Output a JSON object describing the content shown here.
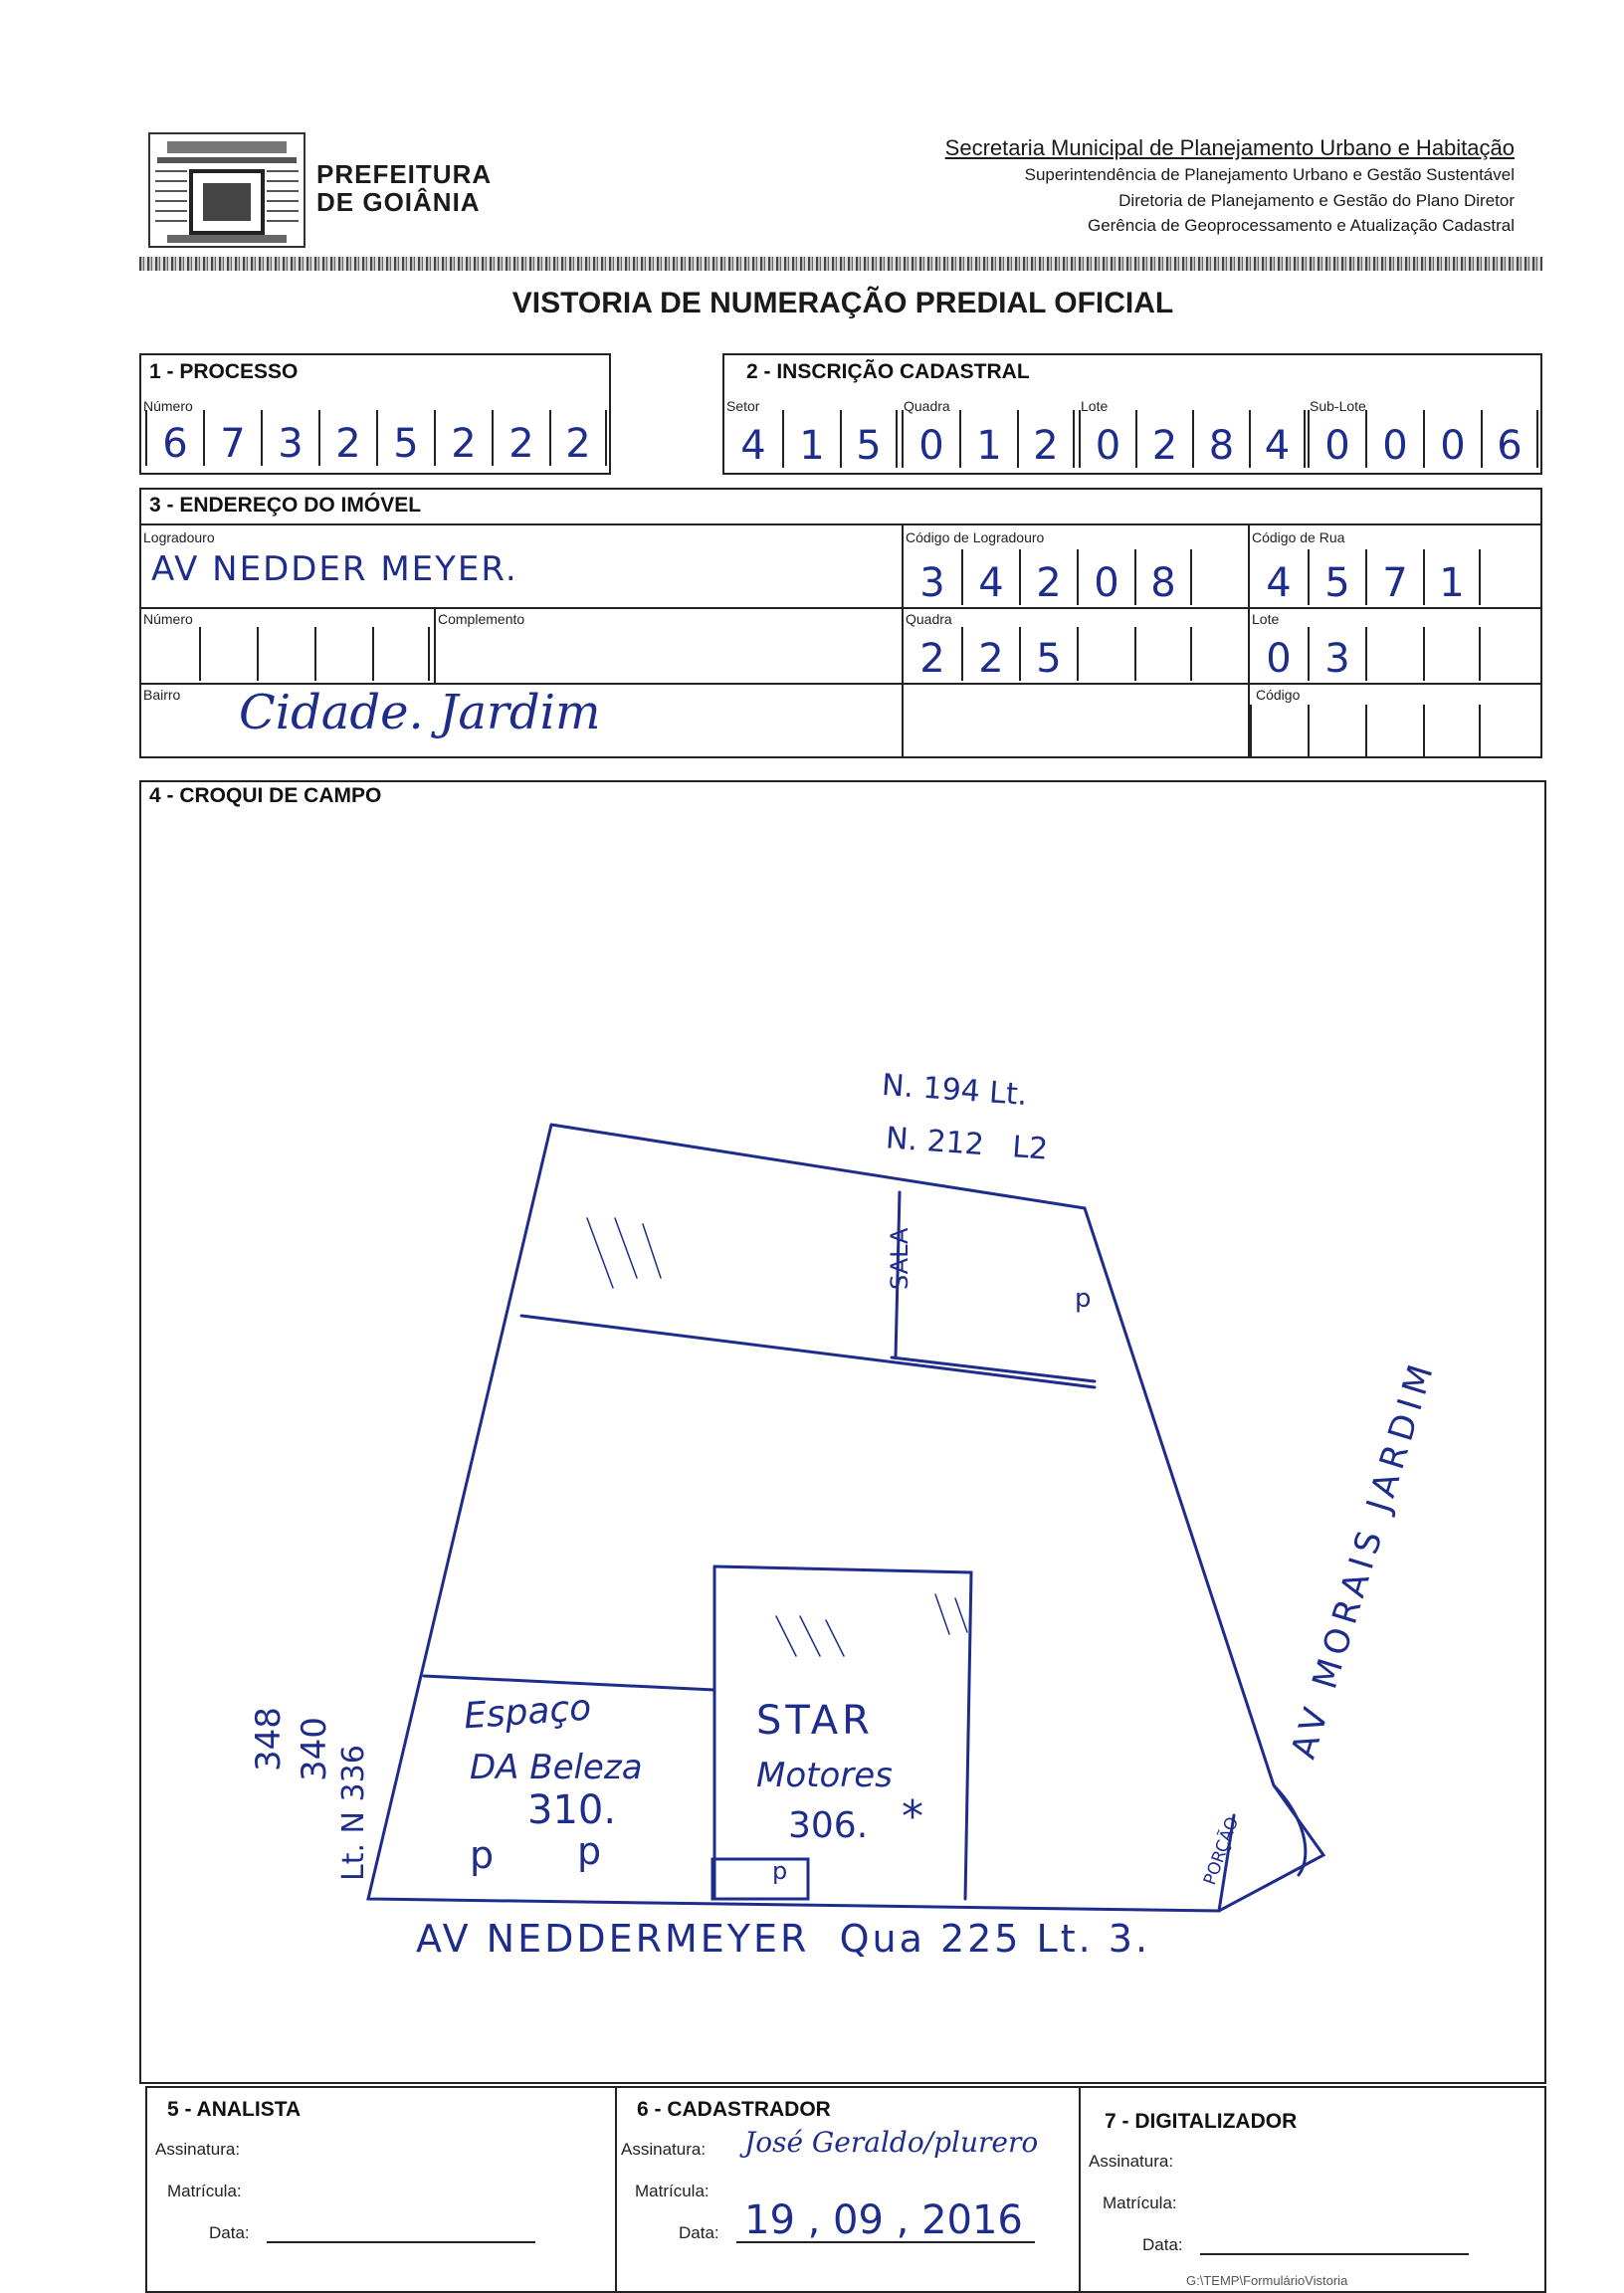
{
  "header": {
    "logo_line1": "PREFEITURA",
    "logo_line2": "DE GOIÂNIA",
    "secretaria": "Secretaria Municipal de Planejamento Urbano e Habitação",
    "sub1": "Superintendência de Planejamento Urbano e Gestão Sustentável",
    "sub2": "Diretoria de Planejamento e Gestão do Plano Diretor",
    "sub3": "Gerência de Geoprocessamento e Atualização Cadastral",
    "title": "VISTORIA DE NUMERAÇÃO PREDIAL OFICIAL"
  },
  "processo": {
    "section": "1 - PROCESSO",
    "numero_label": "Número",
    "digits": [
      "6",
      "7",
      "3",
      "2",
      "5",
      "2",
      "2",
      "2"
    ]
  },
  "inscricao": {
    "section": "2 - INSCRIÇÃO CADASTRAL",
    "setor_label": "Setor",
    "quadra_label": "Quadra",
    "lote_label": "Lote",
    "sublote_label": "Sub-Lote",
    "setor": [
      "4",
      "1",
      "5"
    ],
    "quadra": [
      "0",
      "1",
      "2"
    ],
    "lote": [
      "0",
      "2",
      "8",
      "4"
    ],
    "sublote": [
      "0",
      "0",
      "0",
      "6"
    ]
  },
  "endereco": {
    "section": "3 - ENDEREÇO DO IMÓVEL",
    "logradouro_label": "Logradouro",
    "logradouro": "AV NEDDER MEYER.",
    "cod_logradouro_label": "Código de Logradouro",
    "cod_logradouro": [
      "3",
      "4",
      "2",
      "0",
      "8"
    ],
    "cod_rua_label": "Código de Rua",
    "cod_rua": [
      "4",
      "5",
      "7",
      "1"
    ],
    "numero_label": "Número",
    "complemento_label": "Complemento",
    "quadra_label": "Quadra",
    "quadra": [
      "2",
      "2",
      "5"
    ],
    "lote_label": "Lote",
    "lote": [
      "0",
      "3"
    ],
    "bairro_label": "Bairro",
    "bairro": "Cidade. Jardim",
    "codigo_label": "Código"
  },
  "croqui": {
    "section": "4 - CROQUI DE CAMPO",
    "top_note1": "N. 194 Lt.",
    "top_note2": "N. 212   L2",
    "sala": "SALA",
    "side_street": "AV MORAIS JARDIM",
    "espaco1": "Espaço",
    "espaco2": "DA Beleza",
    "espaco3": "310.",
    "star1": "STAR",
    "star2": "Motores",
    "star3": "306.",
    "asterisk": "*",
    "p_mark": "p",
    "left_nums": [
      "348",
      "340",
      "Lt. N 336"
    ],
    "corner": "PORÇÃO",
    "bottom_street": "AV NEDDERMEYER  Qua 225 Lt. 3."
  },
  "analista": {
    "section": "5 - ANALISTA",
    "assinatura_label": "Assinatura:",
    "matricula_label": "Matrícula:",
    "data_label": "Data:"
  },
  "cadastrador": {
    "section": "6 - CADASTRADOR",
    "assinatura_label": "Assinatura:",
    "assinatura": "José Geraldo/plurero",
    "matricula_label": "Matrícula:",
    "data_label": "Data:",
    "data": "19 , 09 , 2016"
  },
  "digitalizador": {
    "section": "7 - DIGITALIZADOR",
    "assinatura_label": "Assinatura:",
    "matricula_label": "Matrícula:",
    "data_label": "Data:"
  },
  "footer": {
    "ref": "G:\\TEMP\\FormulárioVistoria"
  }
}
